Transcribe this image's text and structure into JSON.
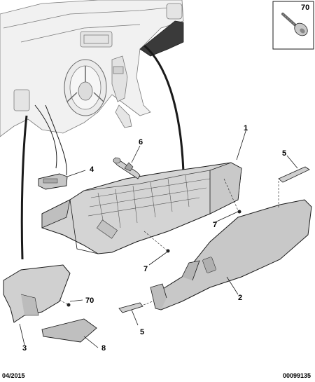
{
  "diagram": {
    "callouts": {
      "c1": "1",
      "c2": "2",
      "c3": "3",
      "c4": "4",
      "c5a": "5",
      "c5b": "5",
      "c6": "6",
      "c7a": "7",
      "c7b": "7",
      "c8": "8",
      "c70a": "70",
      "c70b": "70"
    },
    "inset_label": "70"
  },
  "footer": {
    "date": "04/2015",
    "reference": "00099135"
  },
  "colors": {
    "line": "#1a1a1a",
    "part_fill": "#d6d6d6",
    "part_dark": "#a8a8a8",
    "ghost": "#ededed"
  }
}
